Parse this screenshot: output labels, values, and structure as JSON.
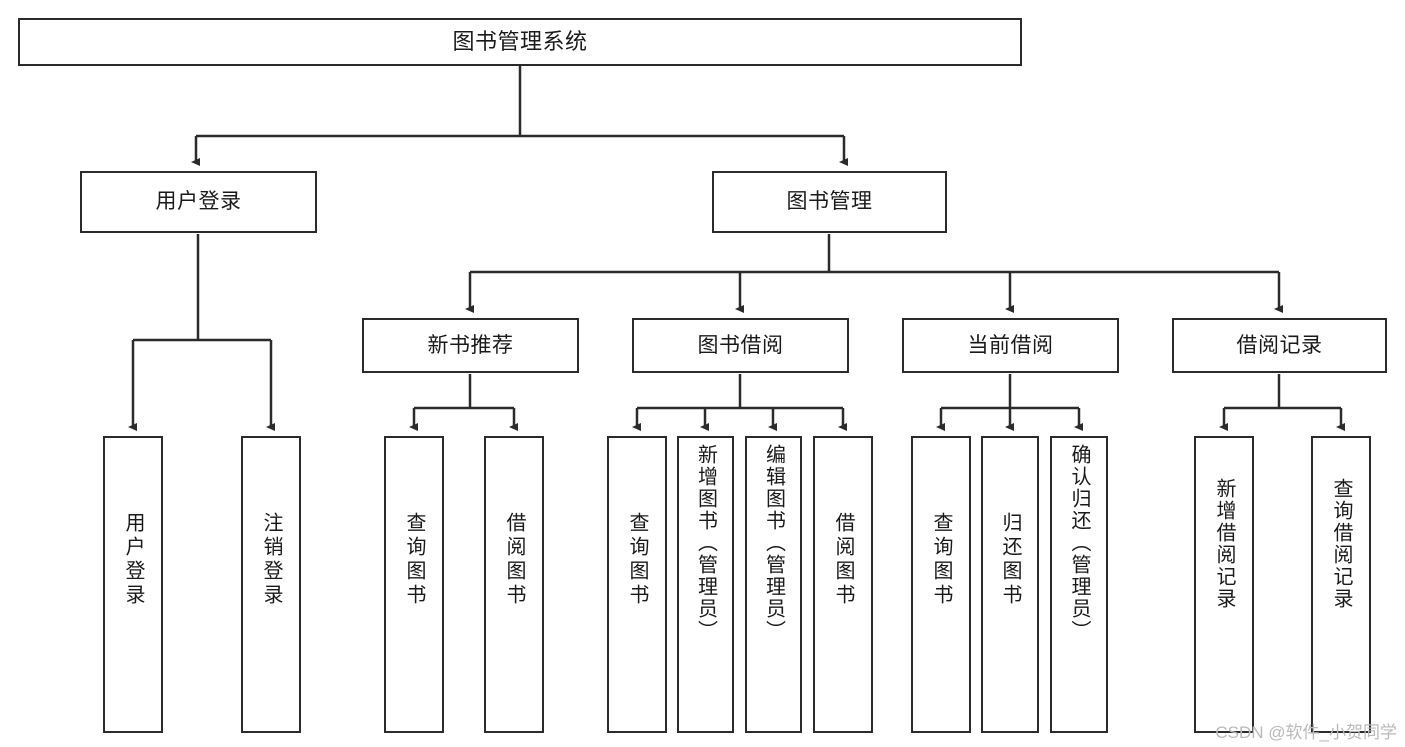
{
  "diagram": {
    "title": "图书管理系统",
    "type": "tree-hierarchy-chart",
    "watermark": "CSDN @软件_小贺同学",
    "colors": {
      "box_border": "#2b2b2b",
      "box_fill": "#ffffff",
      "edge": "#2b2b2b",
      "text": "#1a1a1a",
      "watermark": "#b9b9b9"
    },
    "nodes": {
      "root": {
        "label": "图书管理系统"
      },
      "level2": [
        {
          "label": "用户登录"
        },
        {
          "label": "图书管理"
        }
      ],
      "level3": [
        {
          "label": "新书推荐"
        },
        {
          "label": "图书借阅"
        },
        {
          "label": "当前借阅"
        },
        {
          "label": "借阅记录"
        }
      ],
      "leaves": {
        "user_login": [
          {
            "label": "用户登录"
          },
          {
            "label": "注销登录"
          }
        ],
        "new_book_recommend": [
          {
            "label": "查询图书"
          },
          {
            "label": "借阅图书"
          }
        ],
        "book_borrow": [
          {
            "label": "查询图书"
          },
          {
            "label": "新增图书（管理员）"
          },
          {
            "label": "编辑图书（管理员）"
          },
          {
            "label": "借阅图书"
          }
        ],
        "current_borrow": [
          {
            "label": "查询图书"
          },
          {
            "label": "归还图书"
          },
          {
            "label": "确认归还（管理员）"
          }
        ],
        "borrow_record": [
          {
            "label": "新增借阅记录"
          },
          {
            "label": "查询借阅记录"
          }
        ]
      }
    }
  }
}
